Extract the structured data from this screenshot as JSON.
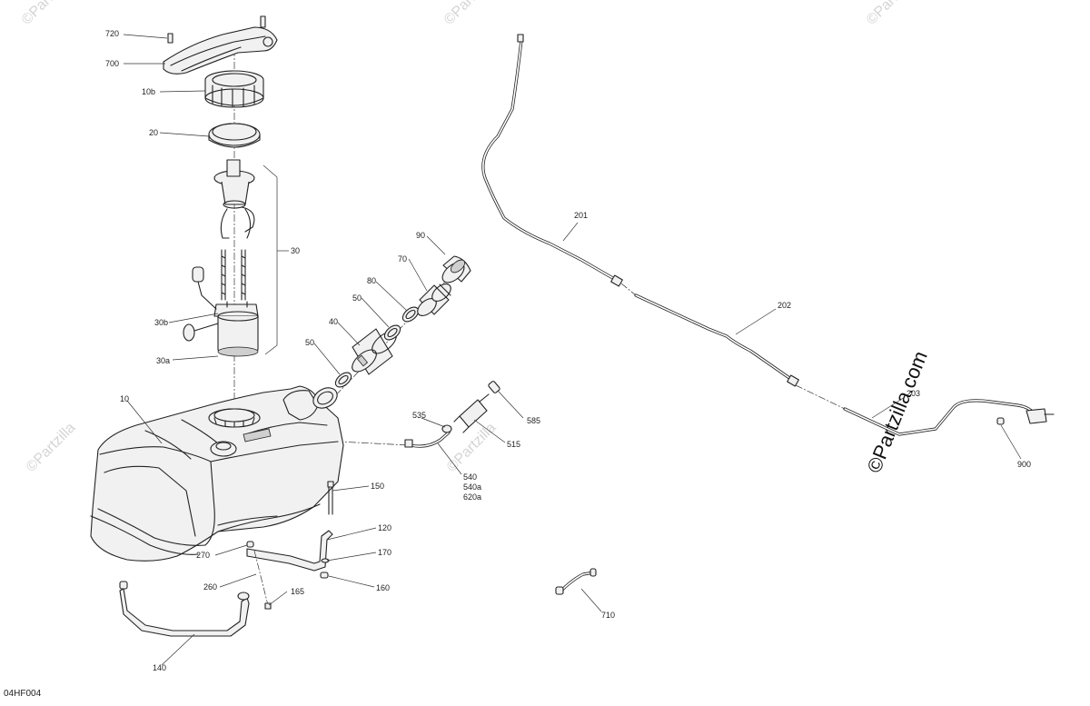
{
  "diagram": {
    "code": "04HF004",
    "watermark_small": "©Partzilla",
    "watermark_main": "©Partzilla.com",
    "labels": {
      "p720": "720",
      "p700": "700",
      "p10b": "10b",
      "p20": "20",
      "p30": "30",
      "p30b": "30b",
      "p30a": "30a",
      "p10": "10",
      "p90": "90",
      "p70": "70",
      "p80": "80",
      "p50a": "50",
      "p40": "40",
      "p50b": "50",
      "p535": "535",
      "p585": "585",
      "p515": "515",
      "p540": "540",
      "p540a": "540a",
      "p620a": "620a",
      "p150": "150",
      "p120": "120",
      "p270": "270",
      "p170": "170",
      "p260": "260",
      "p160": "160",
      "p165": "165",
      "p140": "140",
      "p201": "201",
      "p202": "202",
      "p203": "203",
      "p900": "900",
      "p710": "710"
    }
  }
}
